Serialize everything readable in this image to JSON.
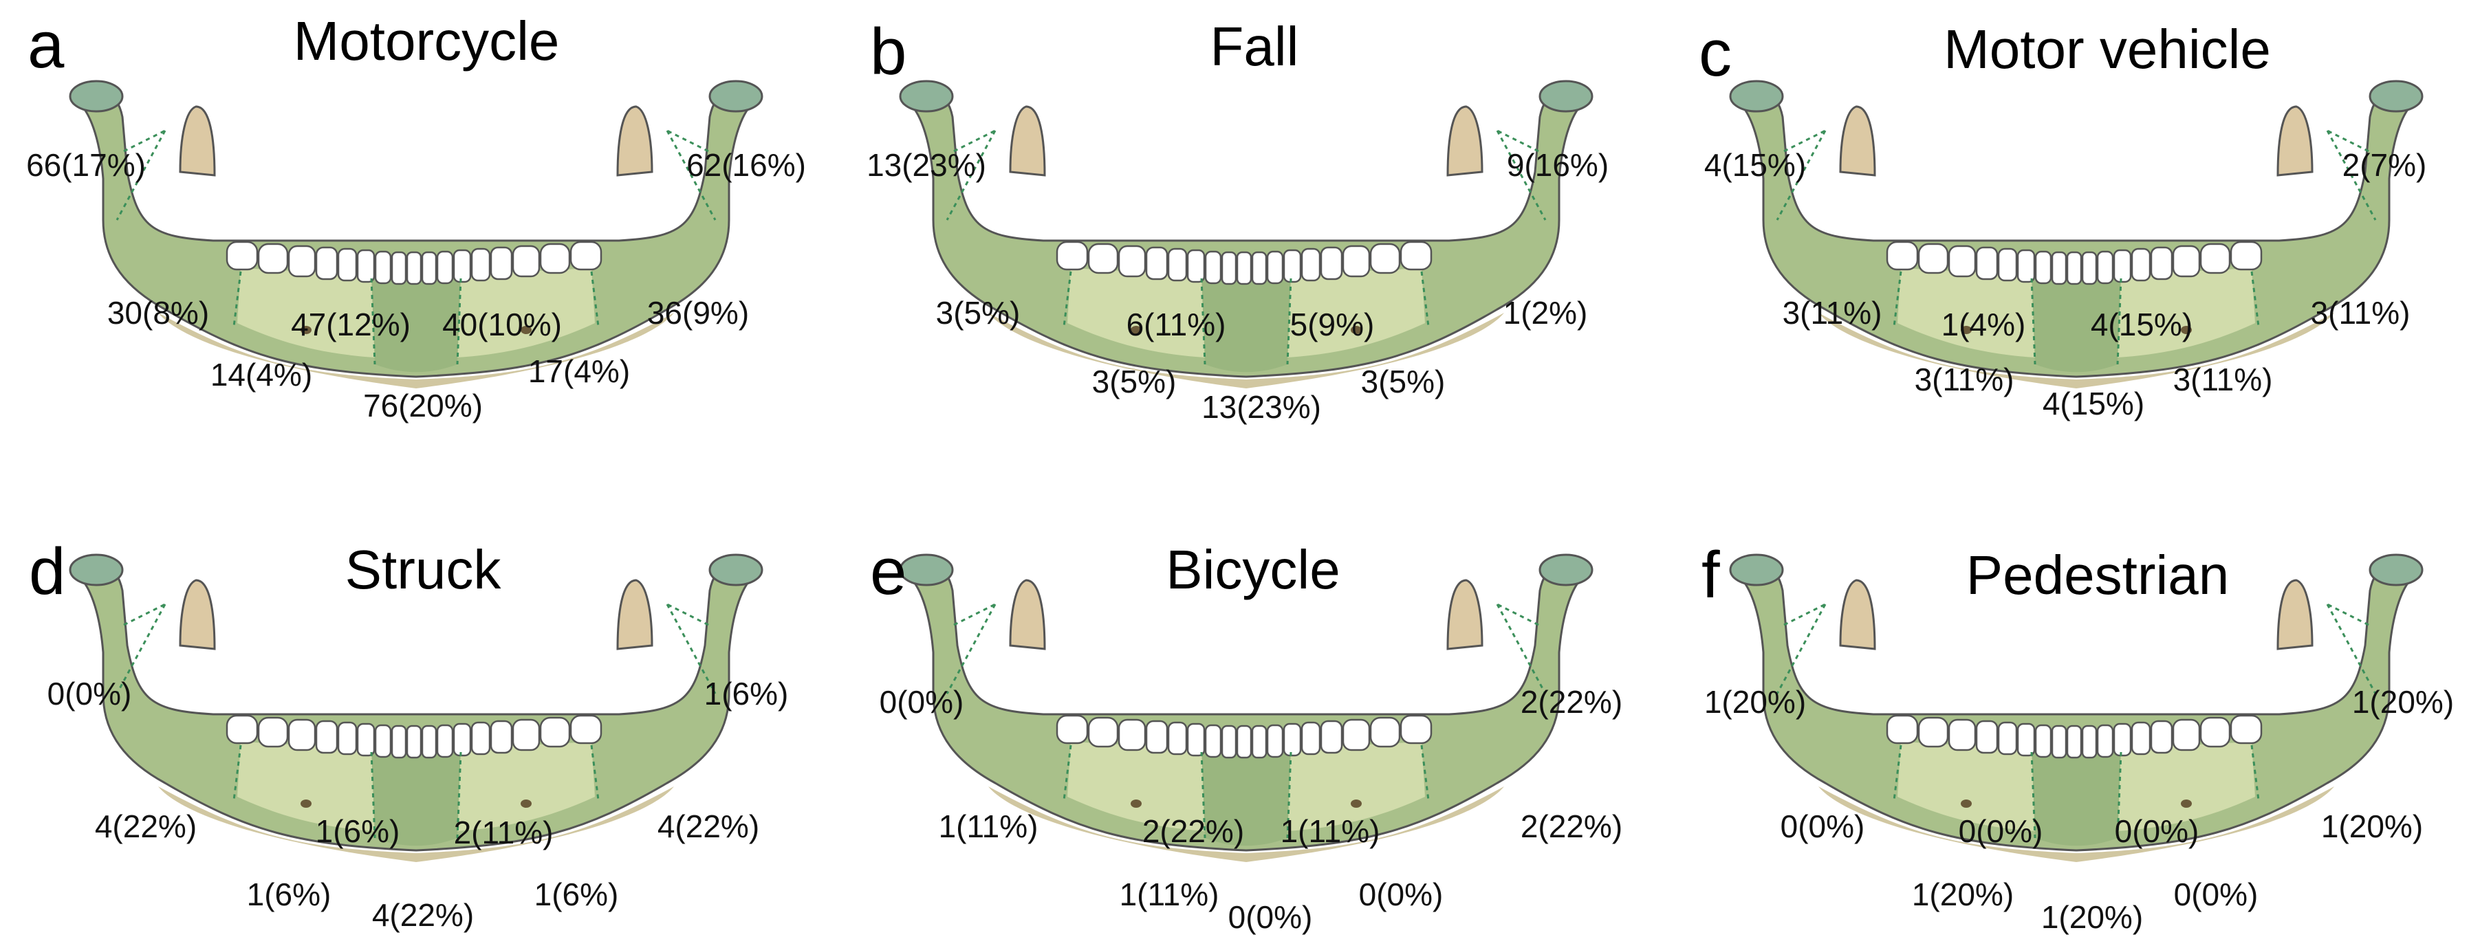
{
  "panels": [
    {
      "letter": "a",
      "title": "Motorcycle",
      "regions": {
        "condyle_left": "66(17%)",
        "condyle_right": "62(16%)",
        "ramus_left": "30(8%)",
        "ramus_right": "36(9%)",
        "body_left": "47(12%)",
        "body_right": "40(10%)",
        "parasymphysis_left": "14(4%)",
        "parasymphysis_right": "17(4%)",
        "symphysis": "76(20%)"
      }
    },
    {
      "letter": "b",
      "title": "Fall",
      "regions": {
        "condyle_left": "13(23%)",
        "condyle_right": "9(16%)",
        "ramus_left": "3(5%)",
        "ramus_right": "1(2%)",
        "body_left": "6(11%)",
        "body_right": "5(9%)",
        "parasymphysis_left": "3(5%)",
        "parasymphysis_right": "3(5%)",
        "symphysis": "13(23%)"
      }
    },
    {
      "letter": "c",
      "title": "Motor vehicle",
      "regions": {
        "condyle_left": "4(15%)",
        "condyle_right": "2(7%)",
        "ramus_left": "3(11%)",
        "ramus_right": "3(11%)",
        "body_left": "1(4%)",
        "body_right": "4(15%)",
        "parasymphysis_left": "3(11%)",
        "parasymphysis_right": "3(11%)",
        "symphysis": "4(15%)"
      }
    },
    {
      "letter": "d",
      "title": "Struck",
      "regions": {
        "condyle_left": "0(0%)",
        "condyle_right": "1(6%)",
        "ramus_left": "4(22%)",
        "ramus_right": "4(22%)",
        "body_left": "1(6%)",
        "body_right": "2(11%)",
        "parasymphysis_left": "1(6%)",
        "parasymphysis_right": "1(6%)",
        "symphysis": "4(22%)"
      }
    },
    {
      "letter": "e",
      "title": "Bicycle",
      "regions": {
        "condyle_left": "0(0%)",
        "condyle_right": "2(22%)",
        "ramus_left": "1(11%)",
        "ramus_right": "2(22%)",
        "body_left": "2(22%)",
        "body_right": "1(11%)",
        "parasymphysis_left": "1(11%)",
        "parasymphysis_right": "0(0%)",
        "symphysis": "0(0%)"
      }
    },
    {
      "letter": "f",
      "title": "Pedestrian",
      "regions": {
        "condyle_left": "1(20%)",
        "condyle_right": "1(20%)",
        "ramus_left": "0(0%)",
        "ramus_right": "1(20%)",
        "body_left": "0(0%)",
        "body_right": "0(0%)",
        "parasymphysis_left": "1(20%)",
        "parasymphysis_right": "0(0%)",
        "symphysis": "1(20%)"
      }
    }
  ],
  "colors": {
    "bone_green": "#a9c08a",
    "bone_light": "#d5dfae",
    "bone_mid": "#b9cc8e",
    "condyle_tip": "#8fb39a",
    "coronoid": "#dcc9a4",
    "teeth": "#ffffff",
    "divider": "#3b8f5a",
    "outline": "#555555"
  }
}
